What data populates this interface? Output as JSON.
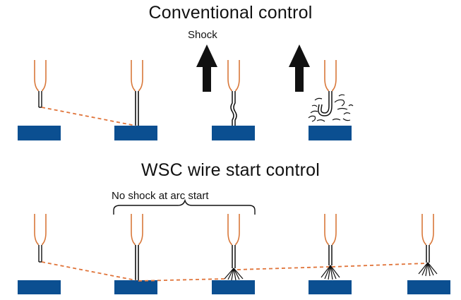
{
  "conventional": {
    "title": "Conventional control",
    "shock_label": "Shock"
  },
  "wsc": {
    "title": "WSC wire start control",
    "no_shock_label": "No shock at arc start"
  },
  "colors": {
    "plate": "#0b4f91",
    "torch_outline": "#d9783a",
    "arc_path": "#e0743a",
    "arrow": "#111111",
    "wire": "#111111"
  }
}
